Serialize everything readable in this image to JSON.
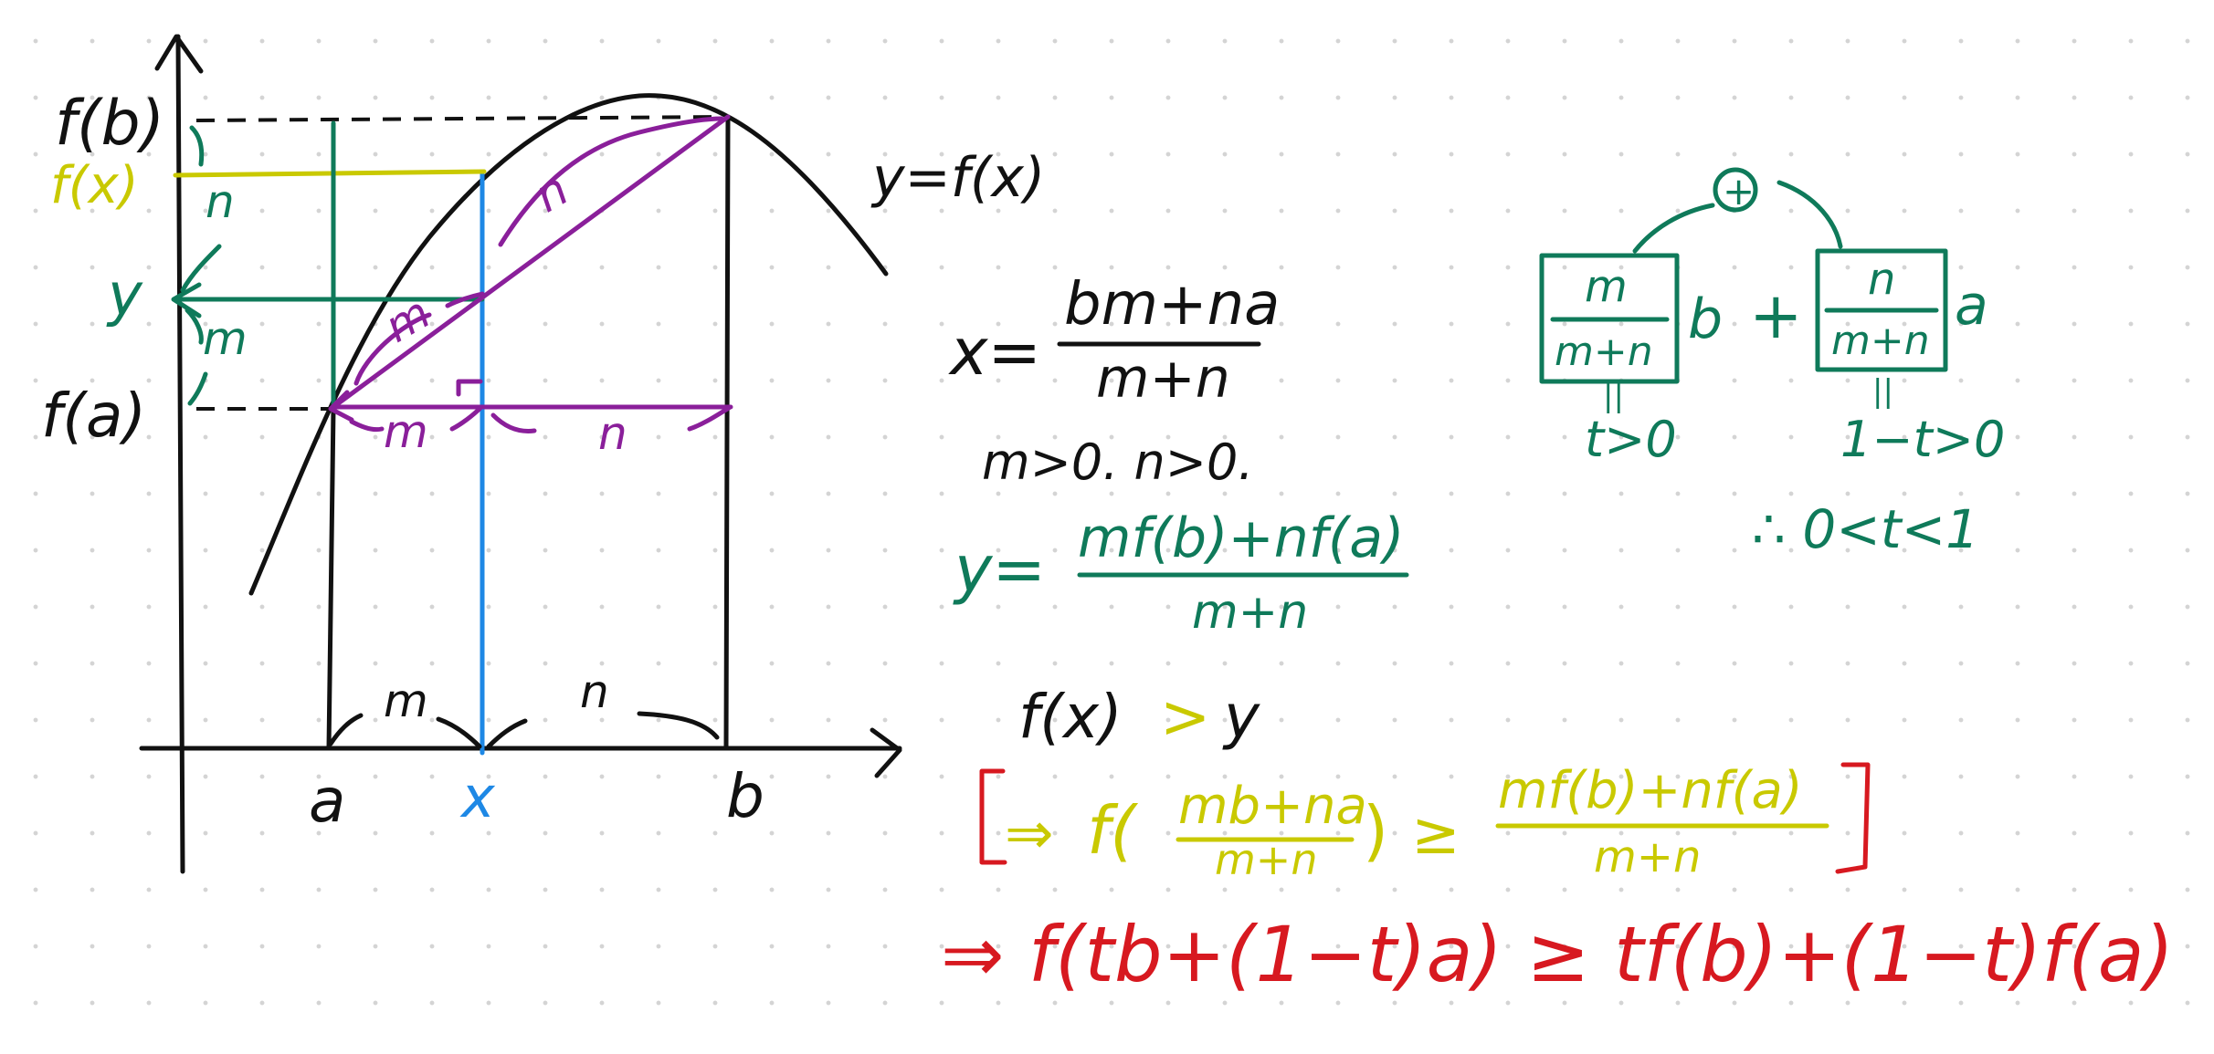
{
  "colors": {
    "black": "#111111",
    "green": "#0f7a5a",
    "purple": "#8a1f9a",
    "yellow": "#c9c900",
    "blue": "#1e88e5",
    "red": "#d71920"
  },
  "graph": {
    "label_fb": "f(b)",
    "label_fx": "f(x)",
    "label_y": "y",
    "label_fa": "f(a)",
    "curve_label": "y=f(x)",
    "tick_a": "a",
    "tick_x": "x",
    "tick_b": "b",
    "seg_m_bottom": "m",
    "seg_n_bottom": "n",
    "seg_m_horiz": "m",
    "seg_n_horiz": "n",
    "seg_m_diag": "m",
    "seg_n_diag": "n",
    "seg_n_left": "n",
    "seg_m_left": "m"
  },
  "formulas": {
    "x_lhs": "x=",
    "x_num": "bm+na",
    "x_den": "m+n",
    "cond": "m>0. n>0.",
    "y_lhs": "y=",
    "y_num": "mf(b)+nf(a)",
    "y_den": "m+n",
    "ineq_fx": "f(x)",
    "ineq_gt": ">",
    "ineq_y": "y",
    "line2_arrow": "⇒",
    "line2_f": "f(",
    "line2_num": "mb+na",
    "line2_den": "m+n",
    "line2_close": ")",
    "line2_geq": "≥",
    "line2_rnum": "mf(b)+nf(a)",
    "line2_rden": "m+n",
    "line3": "⇒ f(tb+(1−t)a) ≥ tf(b)+(1−t)f(a)"
  },
  "box": {
    "plus_circle": "+",
    "left_num": "m",
    "left_den": "m+n",
    "left_var": "b",
    "plus": "+",
    "right_num": "n",
    "right_den": "m+n",
    "right_var": "a",
    "eq_mark": "||",
    "left_cond": "t>0",
    "right_cond": "1−t>0",
    "therefore": "∴ 0<t<1"
  }
}
